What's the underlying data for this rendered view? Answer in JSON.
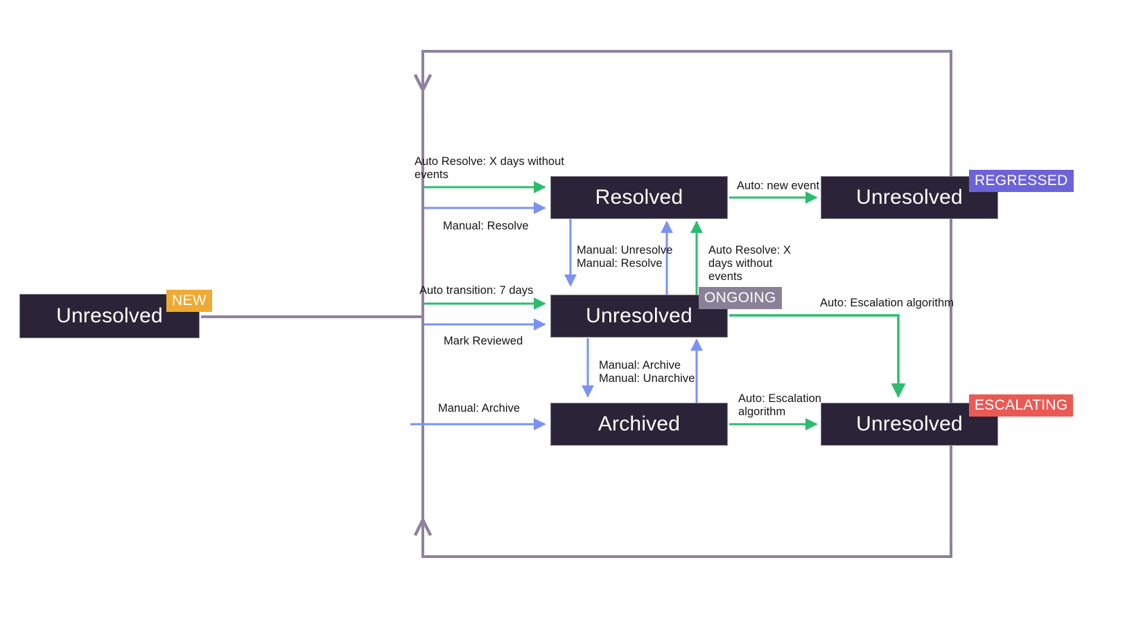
{
  "diagram": {
    "title": "Issue state transition diagram",
    "colors": {
      "node_fill": "#2b2438",
      "node_text": "#ffffff",
      "auto_edge": "#2bbd6e",
      "manual_edge": "#7b93f0",
      "frame_edge": "#8d82a0",
      "badge_new": "#eeaa33",
      "badge_ongoing": "#8a8198",
      "badge_regressed": "#6c63d8",
      "badge_escalating": "#ea5a55",
      "label_text": "#151515",
      "background": "#ffffff"
    }
  },
  "nodes": [
    {
      "id": "new",
      "label": "Unresolved",
      "badge": "NEW",
      "badge_color": "#eeaa33"
    },
    {
      "id": "resolved",
      "label": "Resolved",
      "badge": "",
      "badge_color": ""
    },
    {
      "id": "ongoing",
      "label": "Unresolved",
      "badge": "ONGOING",
      "badge_color": "#8a8198"
    },
    {
      "id": "archived",
      "label": "Archived",
      "badge": "",
      "badge_color": ""
    },
    {
      "id": "regressed",
      "label": "Unresolved",
      "badge": "REGRESSED",
      "badge_color": "#6c63d8"
    },
    {
      "id": "escalating",
      "label": "Unresolved",
      "badge": "ESCALATING",
      "badge_color": "#ea5a55"
    }
  ],
  "edge_labels": [
    {
      "id": "auto-resolve-x-days",
      "text": "Auto Resolve: X days without\nevents",
      "kind": "auto"
    },
    {
      "id": "manual-resolve",
      "text": "Manual: Resolve",
      "kind": "manual"
    },
    {
      "id": "auto-new-event",
      "text": "Auto: new event",
      "kind": "auto"
    },
    {
      "id": "manual-unresolve-resolve",
      "text": "Manual: Unresolve\nManual: Resolve",
      "kind": "manual"
    },
    {
      "id": "auto-resolve-x-days-2",
      "text": "Auto Resolve: X\ndays without\nevents",
      "kind": "auto"
    },
    {
      "id": "auto-transition-7-days",
      "text": "Auto transition: 7 days",
      "kind": "auto"
    },
    {
      "id": "mark-reviewed",
      "text": "Mark Reviewed",
      "kind": "manual"
    },
    {
      "id": "auto-escalation-top",
      "text": "Auto: Escalation algorithm",
      "kind": "auto"
    },
    {
      "id": "manual-archive-unarchive",
      "text": "Manual: Archive\nManual: Unarchive",
      "kind": "manual"
    },
    {
      "id": "manual-archive",
      "text": "Manual: Archive",
      "kind": "manual"
    },
    {
      "id": "auto-escalation-bottom",
      "text": "Auto: Escalation\nalgorithm",
      "kind": "auto"
    }
  ]
}
